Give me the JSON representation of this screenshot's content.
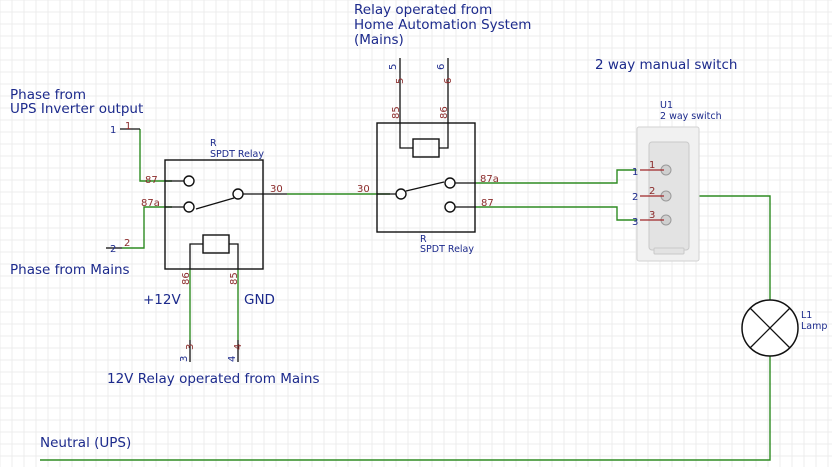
{
  "labels": {
    "phase_ups_line1": "Phase from",
    "phase_ups_line2": "UPS Inverter output",
    "phase_mains": "Phase from Mains",
    "plus12v": "+12V",
    "gnd": "GND",
    "relay_mains_caption": "12V Relay operated from Mains",
    "neutral_ups": "Neutral (UPS)",
    "home_auto_line1": "Relay operated from",
    "home_auto_line2": "Home Automation System",
    "home_auto_line3": "(Mains)",
    "two_way_manual": "2 way manual switch"
  },
  "relay1": {
    "ref": "R",
    "type": "SPDT Relay",
    "pins": {
      "p87": "87",
      "p87a": "87a",
      "p30": "30",
      "p86": "86",
      "p85": "85"
    }
  },
  "relay2": {
    "ref": "R",
    "type": "SPDT Relay",
    "pins": {
      "p87": "87",
      "p87a": "87a",
      "p30": "30",
      "p86": "86",
      "p85": "85"
    }
  },
  "switch": {
    "ref": "U1",
    "type": "2 way switch",
    "pins": {
      "p1": "1",
      "p2": "2",
      "p3": "3"
    }
  },
  "lamp": {
    "ref": "L1",
    "type": "Lamp"
  },
  "terminals": {
    "t1": "1",
    "t2": "2",
    "t3": "3",
    "t4": "4",
    "t5": "5",
    "t6": "6",
    "sw1": "1",
    "sw2": "2",
    "sw3": "3"
  }
}
